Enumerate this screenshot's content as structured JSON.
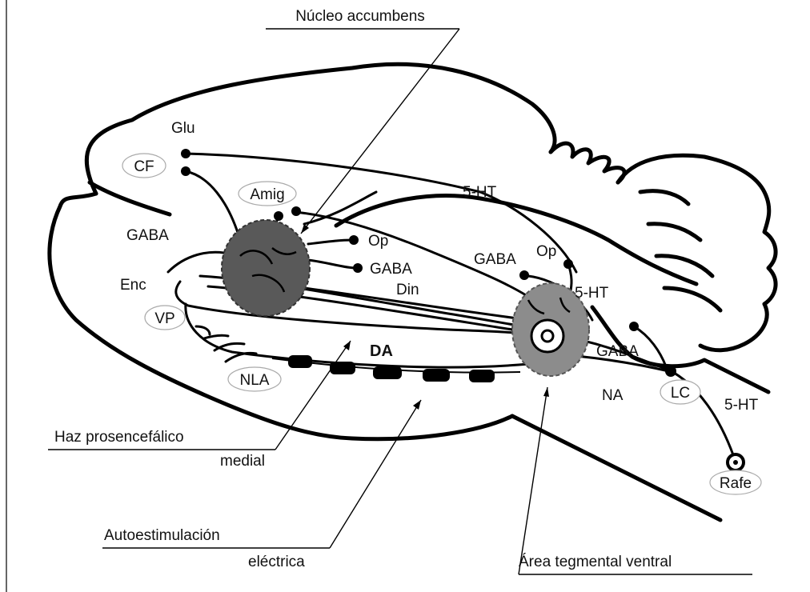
{
  "callouts": {
    "nucleus_accumbens": "Núcleo accumbens",
    "mfb_line1": "Haz prosencefálico",
    "mfb_line2": "medial",
    "self_stim_line1": "Autoestimulación",
    "self_stim_line2": "eléctrica",
    "vta": "Área tegmental ventral"
  },
  "regions": {
    "cf": "CF",
    "amig": "Amig",
    "vp": "VP",
    "nla": "NLA",
    "lc": "LC",
    "rafe": "Rafe"
  },
  "labels": {
    "glu": "Glu",
    "gaba_left": "GABA",
    "enc": "Enc",
    "op_nac": "Op",
    "gaba_nac": "GABA",
    "din": "Din",
    "da": "DA",
    "ht_top": "5-HT",
    "gaba_vta": "GABA",
    "op_vta": "Op",
    "ht_vta": "5-HT",
    "gaba_lc": "GABA",
    "na": "NA",
    "ht_rafe": "5-HT"
  },
  "colors": {
    "outline": "#000000",
    "nucleus_fill": "#595959",
    "vta_fill": "#8c8c8c",
    "oval_stroke": "#aaaaaa"
  }
}
